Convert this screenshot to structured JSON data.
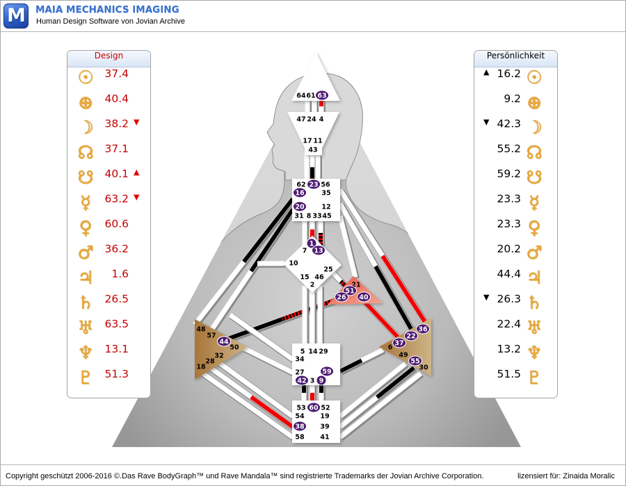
{
  "header": {
    "logo_letter": "M",
    "title": "MAIA MECHANICS IMAGING",
    "subtitle": "Human Design Software von Jovian Archive"
  },
  "design_panel": {
    "title": "Design",
    "rows": [
      {
        "planet": "sun",
        "glyph": "☉",
        "value": "37.4",
        "arrow": ""
      },
      {
        "planet": "earth",
        "glyph": "⊕",
        "value": "40.4",
        "arrow": ""
      },
      {
        "planet": "moon",
        "glyph": "☽",
        "value": "38.2",
        "arrow": "▼"
      },
      {
        "planet": "north-node",
        "glyph": "☊",
        "value": "37.1",
        "arrow": ""
      },
      {
        "planet": "south-node",
        "glyph": "☋",
        "value": "40.1",
        "arrow": "▲"
      },
      {
        "planet": "mercury",
        "glyph": "☿",
        "value": "63.2",
        "arrow": "▼"
      },
      {
        "planet": "venus",
        "glyph": "♀",
        "value": "60.6",
        "arrow": ""
      },
      {
        "planet": "mars",
        "glyph": "♂",
        "value": "36.2",
        "arrow": ""
      },
      {
        "planet": "jupiter",
        "glyph": "♃",
        "value": "1.6",
        "arrow": ""
      },
      {
        "planet": "saturn",
        "glyph": "♄",
        "value": "26.5",
        "arrow": ""
      },
      {
        "planet": "uranus",
        "glyph": "♅",
        "value": "63.5",
        "arrow": ""
      },
      {
        "planet": "neptune",
        "glyph": "♆",
        "value": "13.1",
        "arrow": ""
      },
      {
        "planet": "pluto",
        "glyph": "♇",
        "value": "51.3",
        "arrow": ""
      }
    ]
  },
  "personality_panel": {
    "title": "Persönlichkeit",
    "rows": [
      {
        "planet": "sun",
        "glyph": "☉",
        "value": "16.2",
        "arrow": "▲"
      },
      {
        "planet": "earth",
        "glyph": "⊕",
        "value": "9.2",
        "arrow": ""
      },
      {
        "planet": "moon",
        "glyph": "☽",
        "value": "42.3",
        "arrow": "▼"
      },
      {
        "planet": "north-node",
        "glyph": "☊",
        "value": "55.2",
        "arrow": ""
      },
      {
        "planet": "south-node",
        "glyph": "☋",
        "value": "59.2",
        "arrow": ""
      },
      {
        "planet": "mercury",
        "glyph": "☿",
        "value": "23.3",
        "arrow": ""
      },
      {
        "planet": "venus",
        "glyph": "♀",
        "value": "23.3",
        "arrow": ""
      },
      {
        "planet": "mars",
        "glyph": "♂",
        "value": "20.2",
        "arrow": ""
      },
      {
        "planet": "jupiter",
        "glyph": "♃",
        "value": "44.4",
        "arrow": ""
      },
      {
        "planet": "saturn",
        "glyph": "♄",
        "value": "26.3",
        "arrow": "▼"
      },
      {
        "planet": "uranus",
        "glyph": "♅",
        "value": "22.4",
        "arrow": ""
      },
      {
        "planet": "neptune",
        "glyph": "♆",
        "value": "13.2",
        "arrow": ""
      },
      {
        "planet": "pluto",
        "glyph": "♇",
        "value": "51.5",
        "arrow": ""
      }
    ]
  },
  "bodygraph": {
    "centers": {
      "head": {
        "defined": false,
        "fill": "#ffffff"
      },
      "ajna": {
        "defined": false,
        "fill": "#ffffff"
      },
      "throat": {
        "defined": false,
        "fill": "#ffffff"
      },
      "g": {
        "defined": false,
        "fill": "#ffffff"
      },
      "heart": {
        "defined": true,
        "fill": "#e97563"
      },
      "spleen": {
        "defined": true,
        "fill": "#b4874f"
      },
      "solar_plexus": {
        "defined": true,
        "fill": "#b4874f"
      },
      "sacral": {
        "defined": false,
        "fill": "#ffffff"
      },
      "root": {
        "defined": false,
        "fill": "#ffffff"
      }
    },
    "gates": {
      "head": [
        {
          "n": "64"
        },
        {
          "n": "61"
        },
        {
          "n": "63",
          "active": true
        }
      ],
      "ajna": [
        {
          "n": "47"
        },
        {
          "n": "24"
        },
        {
          "n": "4"
        },
        {
          "n": "17"
        },
        {
          "n": "11"
        },
        {
          "n": "43"
        }
      ],
      "throat": [
        {
          "n": "62"
        },
        {
          "n": "23",
          "active": true
        },
        {
          "n": "56"
        },
        {
          "n": "16",
          "active": true
        },
        {
          "n": "35"
        },
        {
          "n": "20",
          "active": true
        },
        {
          "n": "12"
        },
        {
          "n": "31"
        },
        {
          "n": "8"
        },
        {
          "n": "33"
        },
        {
          "n": "45"
        }
      ],
      "g": [
        {
          "n": "1",
          "active": true
        },
        {
          "n": "7"
        },
        {
          "n": "13",
          "active": true
        },
        {
          "n": "10"
        },
        {
          "n": "25"
        },
        {
          "n": "15"
        },
        {
          "n": "46"
        },
        {
          "n": "2"
        }
      ],
      "heart": [
        {
          "n": "21"
        },
        {
          "n": "51",
          "active": true
        },
        {
          "n": "26",
          "active": true
        },
        {
          "n": "40",
          "active": true
        }
      ],
      "spleen": [
        {
          "n": "48"
        },
        {
          "n": "57"
        },
        {
          "n": "44",
          "active": true
        },
        {
          "n": "50"
        },
        {
          "n": "32"
        },
        {
          "n": "28"
        },
        {
          "n": "18"
        }
      ],
      "solar_plexus": [
        {
          "n": "36",
          "active": true
        },
        {
          "n": "22",
          "active": true
        },
        {
          "n": "37",
          "active": true
        },
        {
          "n": "6"
        },
        {
          "n": "49"
        },
        {
          "n": "55",
          "active": true
        },
        {
          "n": "30"
        }
      ],
      "sacral": [
        {
          "n": "5"
        },
        {
          "n": "14"
        },
        {
          "n": "29"
        },
        {
          "n": "34"
        },
        {
          "n": "27"
        },
        {
          "n": "59",
          "active": true
        },
        {
          "n": "42",
          "active": true
        },
        {
          "n": "3"
        },
        {
          "n": "9",
          "active": true
        }
      ],
      "root": [
        {
          "n": "53"
        },
        {
          "n": "60",
          "active": true
        },
        {
          "n": "52"
        },
        {
          "n": "54"
        },
        {
          "n": "19"
        },
        {
          "n": "38",
          "active": true
        },
        {
          "n": "39"
        },
        {
          "n": "58"
        },
        {
          "n": "41"
        }
      ]
    },
    "channels": [
      {
        "gates": [
          "64",
          "47"
        ],
        "ends": [
          "none",
          "none"
        ]
      },
      {
        "gates": [
          "61",
          "24"
        ],
        "ends": [
          "none",
          "none"
        ]
      },
      {
        "gates": [
          "63",
          "4"
        ],
        "ends": [
          "design",
          "none"
        ]
      },
      {
        "gates": [
          "17",
          "62"
        ],
        "ends": [
          "none",
          "none"
        ]
      },
      {
        "gates": [
          "43",
          "23"
        ],
        "ends": [
          "none",
          "personality"
        ]
      },
      {
        "gates": [
          "11",
          "56"
        ],
        "ends": [
          "none",
          "none"
        ]
      },
      {
        "gates": [
          "31",
          "7"
        ],
        "ends": [
          "none",
          "none"
        ]
      },
      {
        "gates": [
          "8",
          "1"
        ],
        "ends": [
          "none",
          "design"
        ]
      },
      {
        "gates": [
          "33",
          "13"
        ],
        "ends": [
          "none",
          "both"
        ]
      },
      {
        "gates": [
          "16",
          "48"
        ],
        "ends": [
          "personality",
          "none"
        ]
      },
      {
        "gates": [
          "20",
          "57"
        ],
        "ends": [
          "personality",
          "none"
        ]
      },
      {
        "gates": [
          "10",
          "57"
        ],
        "ends": [
          "none",
          "none"
        ]
      },
      {
        "gates": [
          "35",
          "36"
        ],
        "ends": [
          "none",
          "design"
        ]
      },
      {
        "gates": [
          "12",
          "22"
        ],
        "ends": [
          "none",
          "personality"
        ]
      },
      {
        "gates": [
          "45",
          "21"
        ],
        "ends": [
          "none",
          "none"
        ]
      },
      {
        "gates": [
          "25",
          "51"
        ],
        "ends": [
          "none",
          "both"
        ]
      },
      {
        "gates": [
          "26",
          "44"
        ],
        "ends": [
          "both",
          "personality"
        ]
      },
      {
        "gates": [
          "40",
          "37"
        ],
        "ends": [
          "design",
          "design"
        ]
      },
      {
        "gates": [
          "15",
          "5"
        ],
        "ends": [
          "none",
          "none"
        ]
      },
      {
        "gates": [
          "2",
          "14"
        ],
        "ends": [
          "none",
          "none"
        ]
      },
      {
        "gates": [
          "46",
          "29"
        ],
        "ends": [
          "none",
          "none"
        ]
      },
      {
        "gates": [
          "34",
          "57"
        ],
        "ends": [
          "none",
          "none"
        ]
      },
      {
        "gates": [
          "27",
          "50"
        ],
        "ends": [
          "none",
          "none"
        ]
      },
      {
        "gates": [
          "59",
          "6"
        ],
        "ends": [
          "personality",
          "none"
        ]
      },
      {
        "gates": [
          "42",
          "53"
        ],
        "ends": [
          "personality",
          "none"
        ]
      },
      {
        "gates": [
          "3",
          "60"
        ],
        "ends": [
          "none",
          "design"
        ]
      },
      {
        "gates": [
          "9",
          "52"
        ],
        "ends": [
          "personality",
          "none"
        ]
      },
      {
        "gates": [
          "54",
          "32"
        ],
        "ends": [
          "none",
          "none"
        ]
      },
      {
        "gates": [
          "38",
          "28"
        ],
        "ends": [
          "design",
          "none"
        ]
      },
      {
        "gates": [
          "58",
          "18"
        ],
        "ends": [
          "none",
          "none"
        ]
      },
      {
        "gates": [
          "19",
          "49"
        ],
        "ends": [
          "none",
          "none"
        ]
      },
      {
        "gates": [
          "39",
          "55"
        ],
        "ends": [
          "none",
          "personality"
        ]
      },
      {
        "gates": [
          "41",
          "30"
        ],
        "ends": [
          "none",
          "none"
        ]
      }
    ]
  },
  "colors": {
    "design": "#f00000",
    "personality": "#000000",
    "gate_marker": "#4c1a72",
    "brand_blue": "#3b72cc"
  },
  "footer": {
    "copyright": "Copyright geschützt 2006-2016 ©.Das Rave BodyGraph™ und Rave Mandala™ sind registrierte Trademarks der Jovian Archive Corporation.",
    "license": "lizensiert für: Zinaida Moralic"
  }
}
